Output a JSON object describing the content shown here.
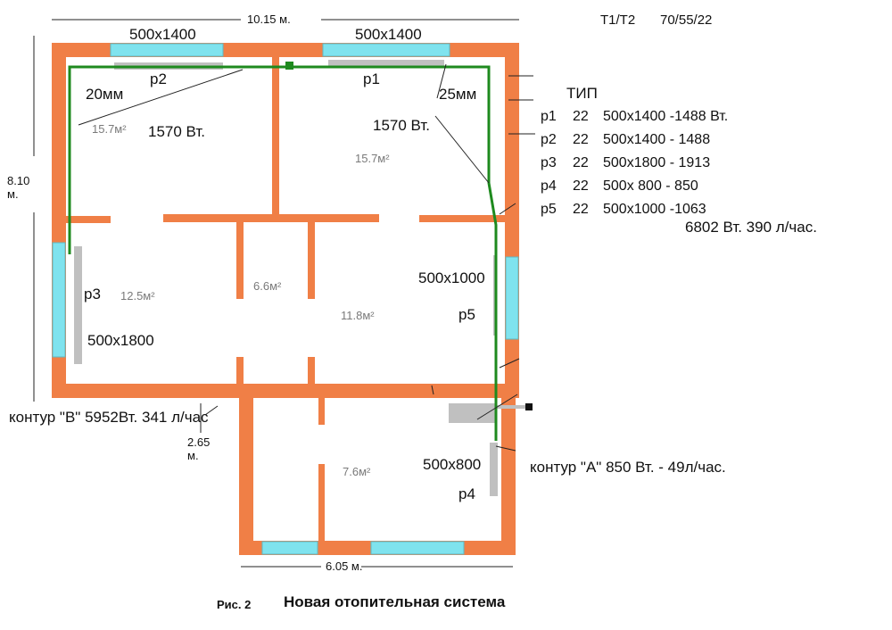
{
  "header": {
    "temp_code": "T1/T2",
    "temp_values": "70/55/22"
  },
  "dimensions": {
    "top_width": "10.15 м.",
    "left_height": "8.10\nм.",
    "annex_height": "2.65\nм.",
    "annex_width": "6.05 м."
  },
  "windows": {
    "top_left": "500x1400",
    "top_right": "500x1400"
  },
  "radiators": {
    "p1": "p1",
    "p2": "p2",
    "p3": "p3",
    "p4": "p4",
    "p5": "p5"
  },
  "radiator_sizes": {
    "p3": "500x1800",
    "p4": "500x800",
    "p5": "500x1000"
  },
  "pipes": {
    "left": "20мм",
    "right": "25мм"
  },
  "rooms": {
    "top_left_power": "1570 Вт.",
    "top_right_power": "1570 Вт.",
    "area_top_left": "15.7м²",
    "area_top_right": "15.7м²",
    "area_left_mid": "12.5м²",
    "area_corridor": "6.6м²",
    "area_center": "11.8м²",
    "area_annex": "7.6м²"
  },
  "circuits": {
    "b": "контур \"B\" 5952Вт. 341 л/час",
    "a": "контур \"A\"  850 Вт. - 49л/час."
  },
  "spec_table": {
    "heading": "ТИП",
    "rows": [
      {
        "name": "p1",
        "type": "22",
        "desc": "500x1400 -1488 Вт."
      },
      {
        "name": "p2",
        "type": "22",
        "desc": "500x1400 - 1488"
      },
      {
        "name": "p3",
        "type": "22",
        "desc": "500x1800 - 1913"
      },
      {
        "name": "p4",
        "type": "22",
        "desc": "500x  800 -  850"
      },
      {
        "name": "p5",
        "type": "22",
        "desc": "500x1000 -1063"
      }
    ],
    "total": "6802 Вт.  390 л/час."
  },
  "caption": {
    "figure": "Рис. 2",
    "title": "Новая отопительная система"
  },
  "colors": {
    "wall": "#f07f46",
    "window": "#7fe3ee",
    "pipe": "#1e8a1e",
    "radiator": "#c0c0c0",
    "dim_line": "#222222"
  }
}
